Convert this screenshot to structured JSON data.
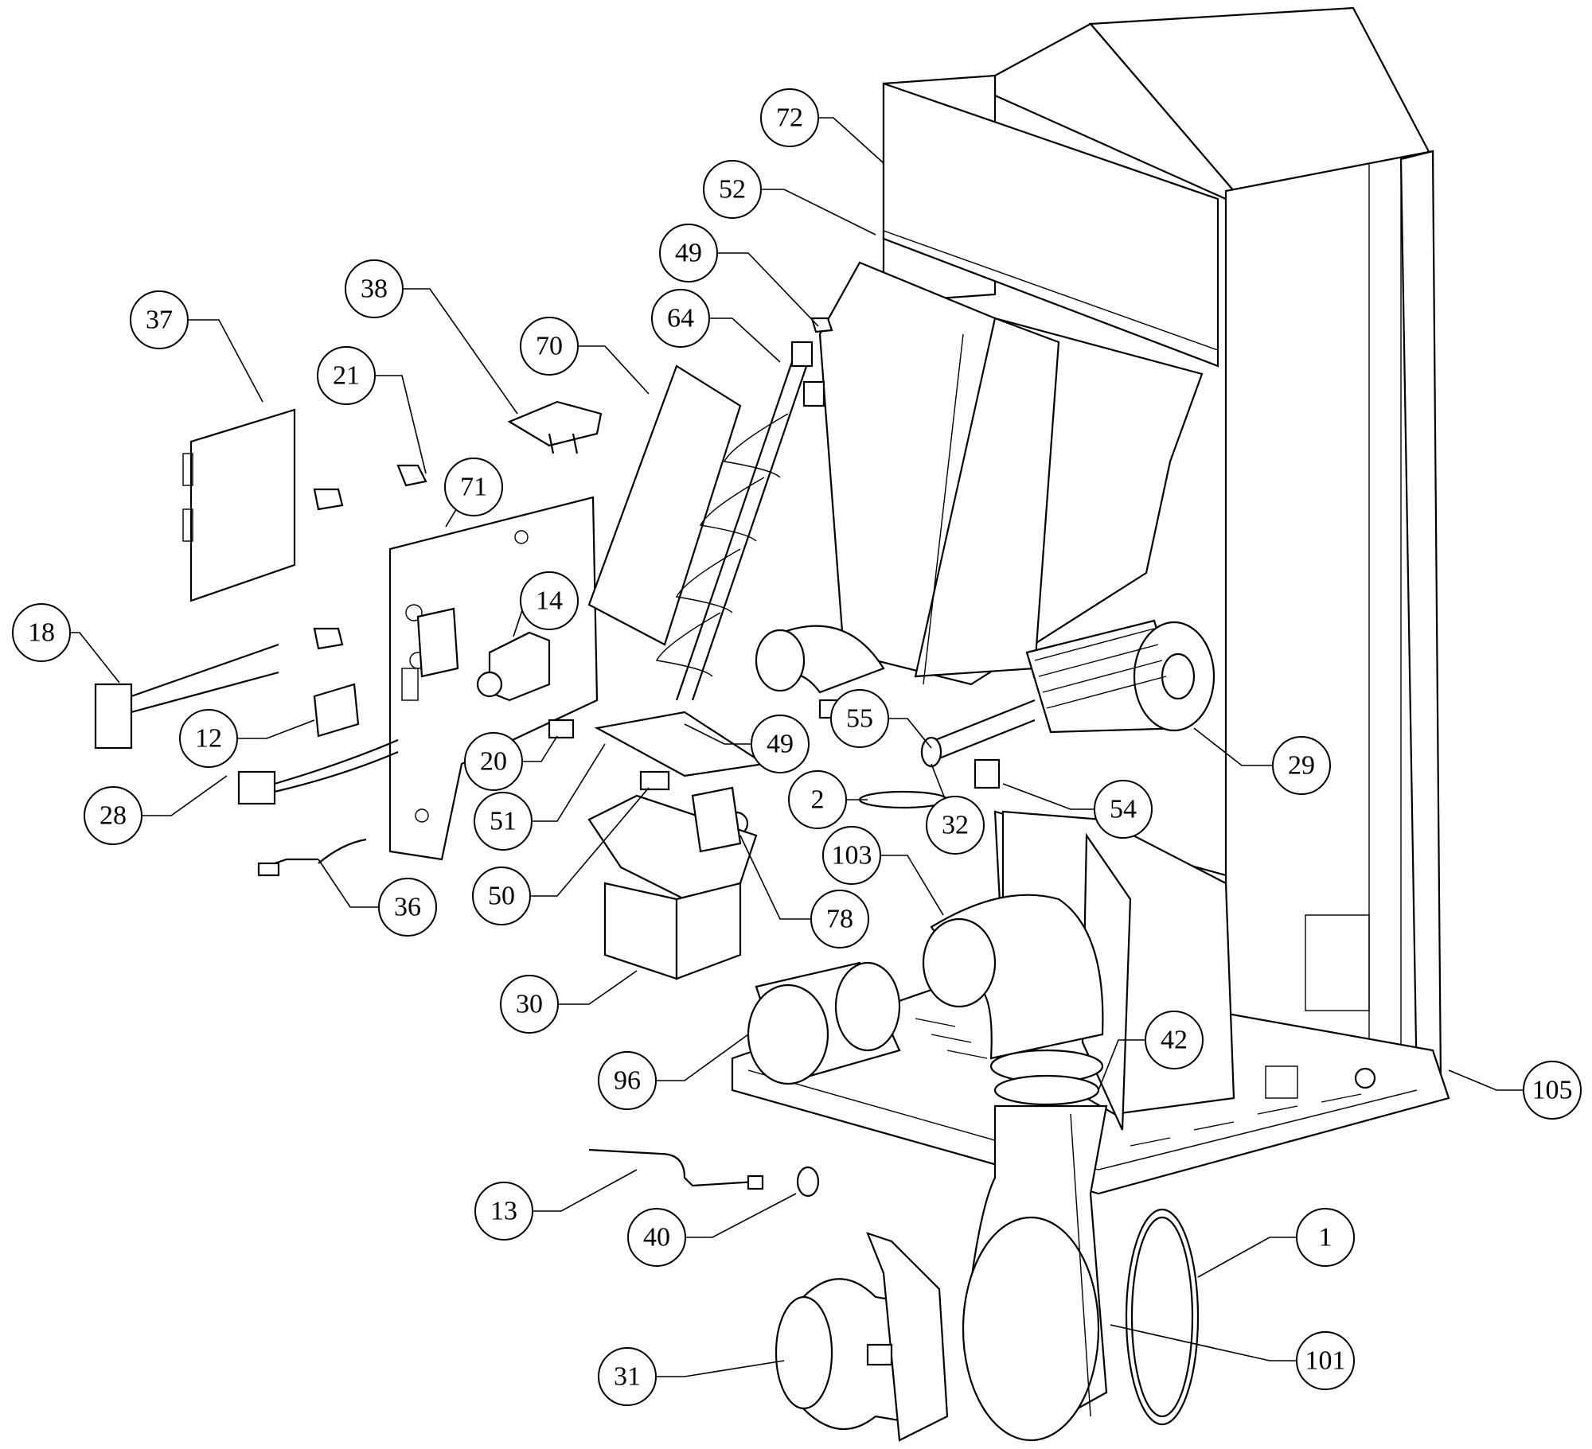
{
  "callouts": [
    {
      "id": "c72",
      "label": "72"
    },
    {
      "id": "c52",
      "label": "52"
    },
    {
      "id": "c49a",
      "label": "49"
    },
    {
      "id": "c38",
      "label": "38"
    },
    {
      "id": "c64",
      "label": "64"
    },
    {
      "id": "c37",
      "label": "37"
    },
    {
      "id": "c70",
      "label": "70"
    },
    {
      "id": "c21",
      "label": "21"
    },
    {
      "id": "c71",
      "label": "71"
    },
    {
      "id": "c14",
      "label": "14"
    },
    {
      "id": "c18",
      "label": "18"
    },
    {
      "id": "c12",
      "label": "12"
    },
    {
      "id": "c55",
      "label": "55"
    },
    {
      "id": "c49b",
      "label": "49"
    },
    {
      "id": "c20",
      "label": "20"
    },
    {
      "id": "c29",
      "label": "29"
    },
    {
      "id": "c28",
      "label": "28"
    },
    {
      "id": "c2",
      "label": "2"
    },
    {
      "id": "c54",
      "label": "54"
    },
    {
      "id": "c51",
      "label": "51"
    },
    {
      "id": "c32",
      "label": "32"
    },
    {
      "id": "c103",
      "label": "103"
    },
    {
      "id": "c36",
      "label": "36"
    },
    {
      "id": "c50",
      "label": "50"
    },
    {
      "id": "c78",
      "label": "78"
    },
    {
      "id": "c30",
      "label": "30"
    },
    {
      "id": "c42",
      "label": "42"
    },
    {
      "id": "c105",
      "label": "105"
    },
    {
      "id": "c96",
      "label": "96"
    },
    {
      "id": "c13",
      "label": "13"
    },
    {
      "id": "c40",
      "label": "40"
    },
    {
      "id": "c1",
      "label": "1"
    },
    {
      "id": "c101",
      "label": "101"
    },
    {
      "id": "c31",
      "label": "31"
    }
  ]
}
